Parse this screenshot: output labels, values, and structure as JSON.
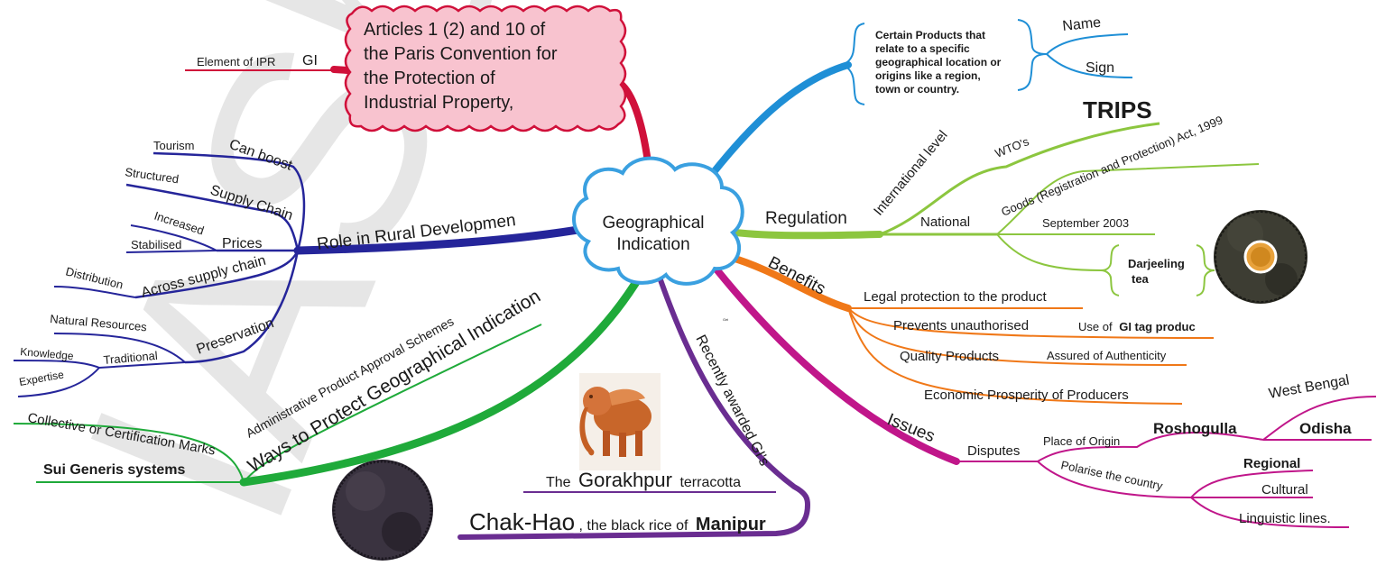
{
  "watermark": "IASbaba",
  "center": {
    "line1": "Geographical",
    "line2": "Indication"
  },
  "top_left": {
    "element_label": "Element of IPR",
    "gi_label": "GI",
    "paris_box": [
      "Articles 1 (2) and 10 of",
      "the Paris Convention for",
      "the Protection of",
      "Industrial Property,"
    ]
  },
  "top_right": {
    "products_text": [
      "Certain Products that",
      "relate to a specific",
      "geographical location or",
      "origins like a region,",
      "town or country."
    ],
    "name_label": "Name",
    "sign_label": "Sign"
  },
  "regulation": {
    "label": "Regulation",
    "international_level": "International level",
    "wtos": "WTO's",
    "trips": "TRIPS",
    "national": "National",
    "act": "Goods (Registration and Protection) Act, 1999",
    "september": "September 2003",
    "darjeeling": [
      "Darjeeling",
      "tea"
    ]
  },
  "benefits": {
    "label": "Benefits",
    "legal": "Legal protection to the product",
    "prevents": "Prevents unauthorised",
    "use_of": "Use of",
    "gi_tag": "GI tag produc",
    "quality": "Quality Products",
    "assured": "Assured of Authenticity",
    "economic": "Economic Prosperity of Producers",
    "tiny_mark": "Gei"
  },
  "issues": {
    "label": "Issues",
    "disputes": "Disputes",
    "place_of_origin": "Place of Origin",
    "roshogulla": "Roshogulla",
    "west_bengal": "West Bengal",
    "odisha": "Odisha",
    "polarise": "Polarise the country",
    "regional": "Regional",
    "cultural": "Cultural",
    "linguistic": "Linguistic lines."
  },
  "recent": {
    "label": "Recently awarded GI's",
    "gorakhpur_pre": "The",
    "gorakhpur": "Gorakhpur",
    "gorakhpur_post": "terracotta",
    "chakhao": "Chak-Hao",
    "chakhao_mid": ", the black rice of",
    "manipur": "Manipur"
  },
  "ways": {
    "label": "Ways to Protect Geographical Indication",
    "admin": "Administrative Product Approval Schemes",
    "collective": "Collective or Certification Marks",
    "sui": "Sui Generis systems"
  },
  "rural": {
    "label": "Role in Rural Developmen",
    "can_boost": "Can boost",
    "tourism": "Tourism",
    "supply_chain": "Supply Chain",
    "structured": "Structured",
    "prices": "Prices",
    "increased": "Increased",
    "stabilised": "Stabilised",
    "across": "Across supply chain",
    "distribution": "Distribution",
    "preservation": "Preservation",
    "natural": "Natural Resources",
    "traditional": "Traditional",
    "knowledge": "Knowledge",
    "expertise": "Expertise"
  },
  "colors": {
    "crimson": "#d0103a",
    "blue": "#1f8fd6",
    "green_light": "#8cc63f",
    "orange": "#f07818",
    "magenta": "#c0168a",
    "purple": "#6a2d91",
    "green": "#1faa3a",
    "navy": "#25259a",
    "box_fill": "#f8c3cf"
  },
  "icons": [
    "cloud-shape",
    "brace",
    "terracotta-elephant-image",
    "black-rice-image",
    "tea-image"
  ]
}
